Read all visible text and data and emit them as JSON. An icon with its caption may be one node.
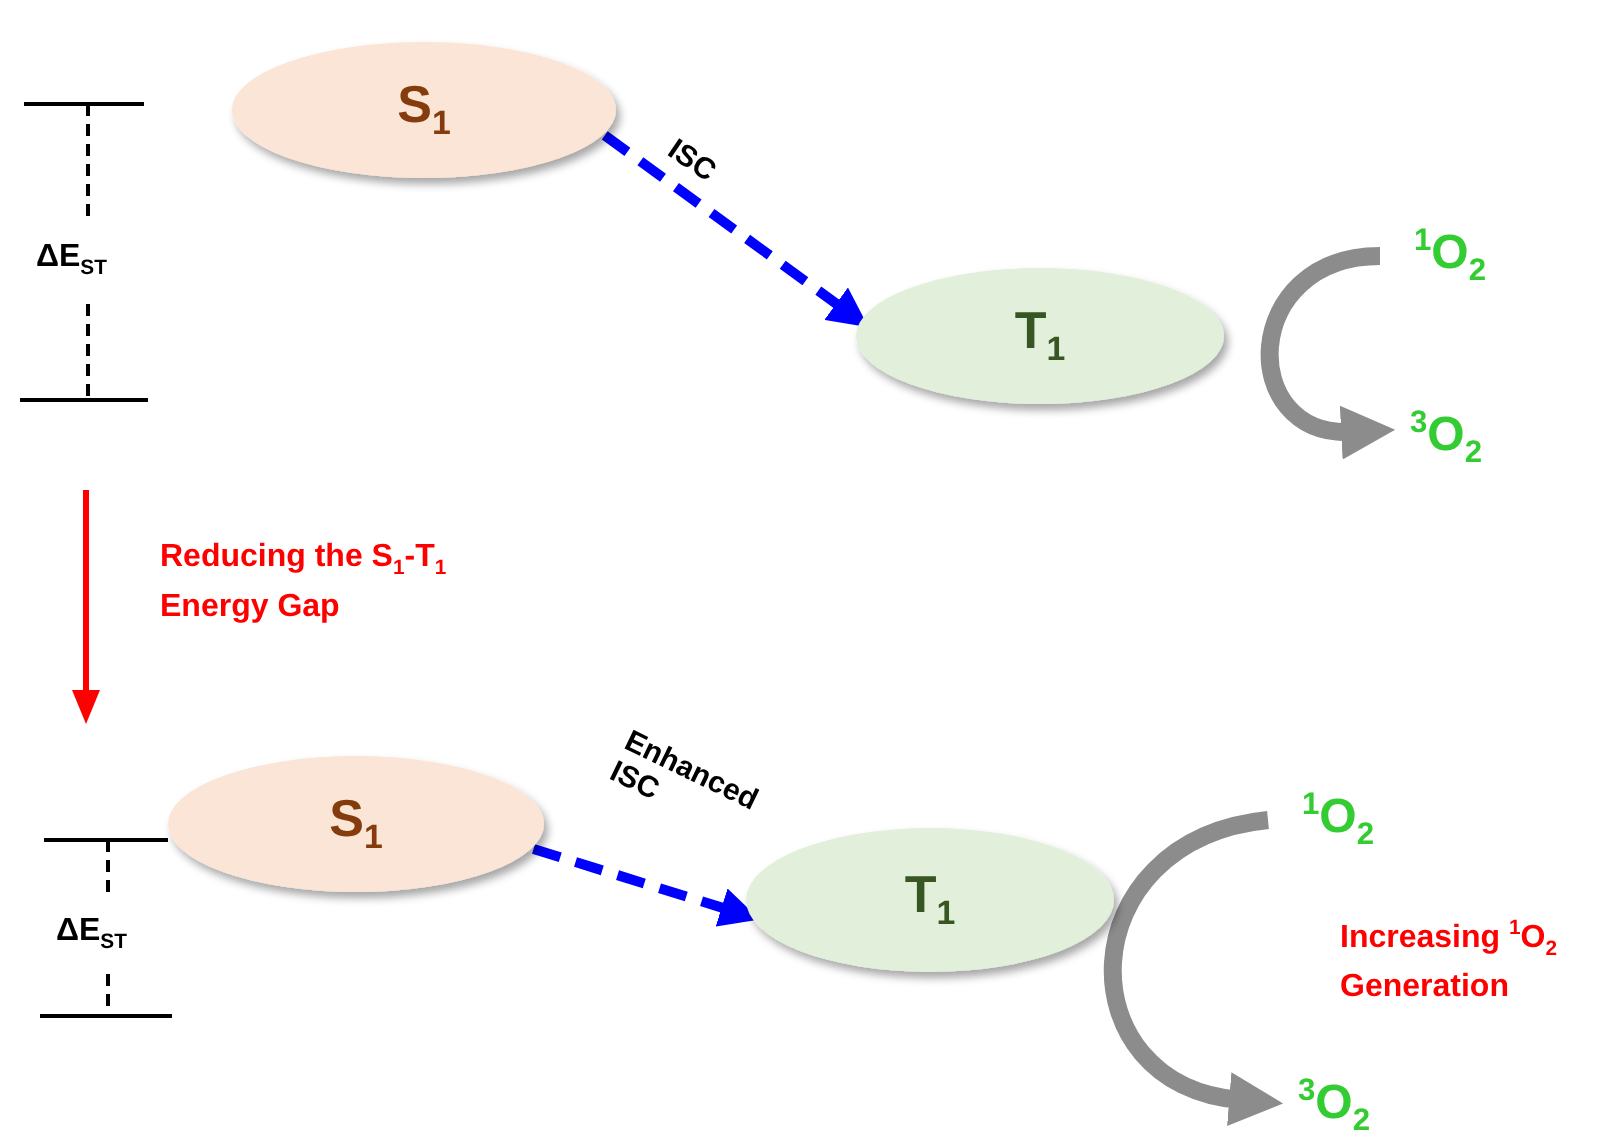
{
  "diagram": {
    "nodes": [
      {
        "text": [
          "S$_{1}$"
        ]
      },
      {
        "text": [
          "T$_{1}$"
        ]
      },
      {
        "text": [
          "$^{1}$O$_{2}$"
        ]
      },
      {
        "text": [
          "$^{3}$O$_{2}$"
        ]
      },
      {
        "text": [
          "S$_{1}$"
        ]
      },
      {
        "text": [
          "T$_{1}$"
        ]
      },
      {
        "text": [
          "$^{1}$O$_{2}$"
        ]
      },
      {
        "text": [
          "$^{3}$O$_{2}$"
        ]
      }
    ],
    "edges": [
      {
        "from": 0,
        "to": 1,
        "arrow": "to",
        "label": "ISC",
        "style": "dashed",
        "color": "#0000ff"
      },
      {
        "from": 2,
        "to": 3,
        "arrow": "to",
        "style": "thick",
        "color": "#8c8c8c"
      },
      {
        "from": 4,
        "to": 5,
        "arrow": "to",
        "label": "Enhanced ISC",
        "style": "dashed",
        "color": "#0000ff"
      },
      {
        "from": 6,
        "to": 7,
        "arrow": "to",
        "style": "thick",
        "color": "#8c8c8c"
      }
    ],
    "labels": [
      "ΔE$_{ST}$",
      "Reducing the S$_{1}$-T$_{1}$ Energy Gap",
      "ΔE$_{ST}$",
      "Increasing $^{1}$O$_{2}$ Generation"
    ]
  }
}
